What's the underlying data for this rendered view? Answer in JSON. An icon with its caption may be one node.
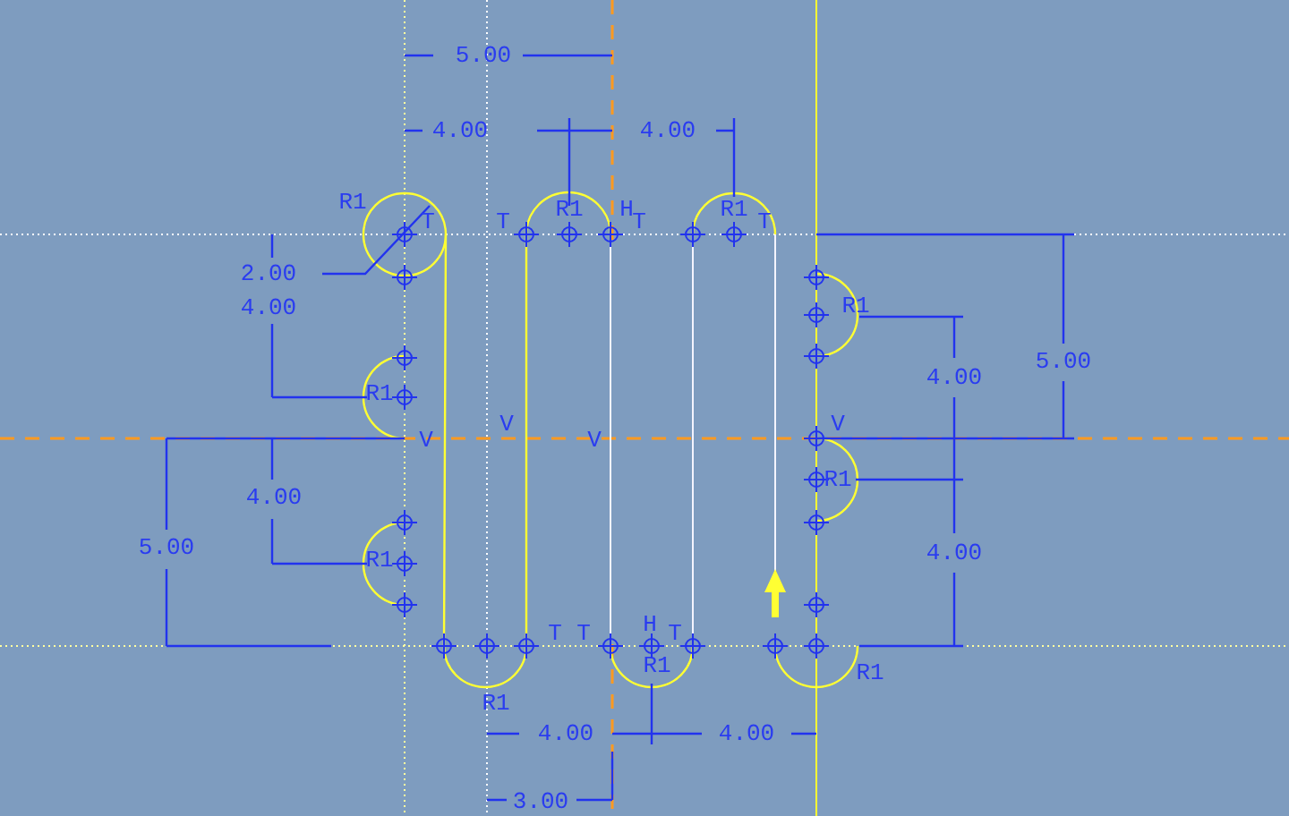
{
  "diagram": {
    "labels": [
      "5.00",
      "4.00",
      "4.00",
      "R1",
      "R1",
      "H",
      "R1",
      "T",
      "T",
      "T",
      "T",
      "2.00",
      "4.00",
      "R1",
      "4.00",
      "5.00",
      "R1",
      "V",
      "V",
      "V",
      "V",
      "R1",
      "4.00",
      "5.00",
      "4.00",
      "R1",
      "H",
      "T",
      "T",
      "T",
      "R1",
      "R1",
      "R1",
      "4.00",
      "4.00",
      "3.00"
    ]
  }
}
